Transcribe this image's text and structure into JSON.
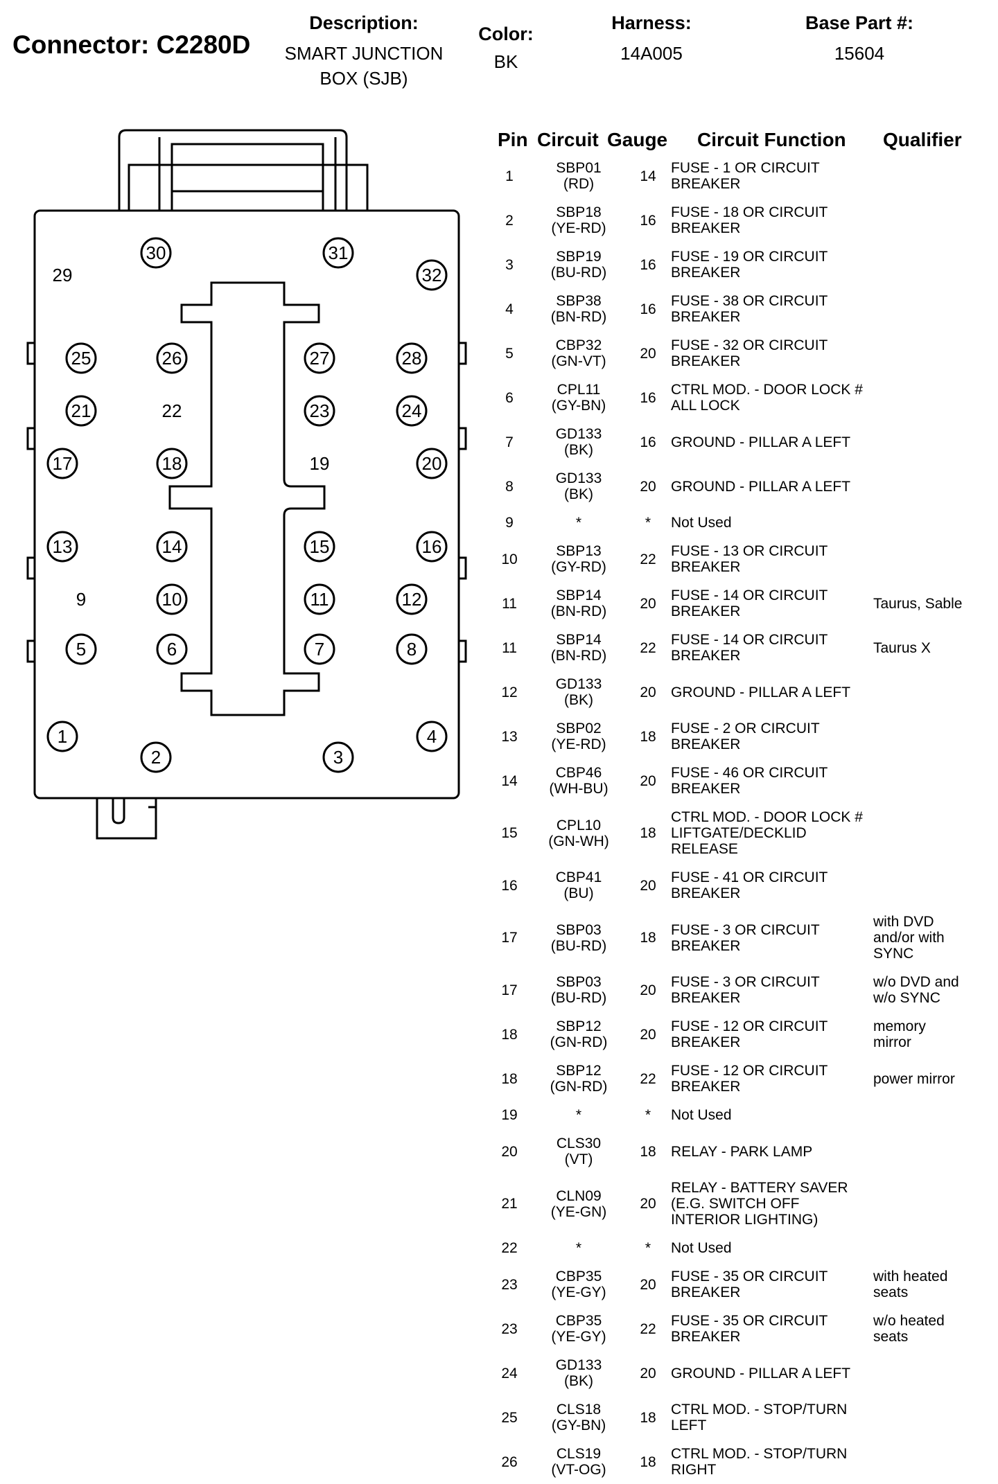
{
  "header": {
    "title": "Connector: C2280D",
    "description_label": "Description:",
    "description_value_line1": "SMART JUNCTION",
    "description_value_line2": "BOX (SJB)",
    "color_label": "Color:",
    "color_value": "BK",
    "harness_label": "Harness:",
    "harness_value": "14A005",
    "base_part_label": "Base Part #:",
    "base_part_value": "15604"
  },
  "connector": {
    "pins": [
      {
        "n": "1",
        "circled": true
      },
      {
        "n": "2",
        "circled": true
      },
      {
        "n": "3",
        "circled": true
      },
      {
        "n": "4",
        "circled": true
      },
      {
        "n": "5",
        "circled": true
      },
      {
        "n": "6",
        "circled": true
      },
      {
        "n": "7",
        "circled": true
      },
      {
        "n": "8",
        "circled": true
      },
      {
        "n": "9",
        "circled": false
      },
      {
        "n": "10",
        "circled": true
      },
      {
        "n": "11",
        "circled": true
      },
      {
        "n": "12",
        "circled": true
      },
      {
        "n": "13",
        "circled": true
      },
      {
        "n": "14",
        "circled": true
      },
      {
        "n": "15",
        "circled": true
      },
      {
        "n": "16",
        "circled": true
      },
      {
        "n": "17",
        "circled": true
      },
      {
        "n": "18",
        "circled": true
      },
      {
        "n": "19",
        "circled": false
      },
      {
        "n": "20",
        "circled": true
      },
      {
        "n": "21",
        "circled": true
      },
      {
        "n": "22",
        "circled": false
      },
      {
        "n": "23",
        "circled": true
      },
      {
        "n": "24",
        "circled": true
      },
      {
        "n": "25",
        "circled": true
      },
      {
        "n": "26",
        "circled": true
      },
      {
        "n": "27",
        "circled": true
      },
      {
        "n": "28",
        "circled": true
      },
      {
        "n": "29",
        "circled": false
      },
      {
        "n": "30",
        "circled": true
      },
      {
        "n": "31",
        "circled": true
      },
      {
        "n": "32",
        "circled": true
      }
    ]
  },
  "table": {
    "headers": {
      "pin": "Pin",
      "circuit": "Circuit",
      "gauge": "Gauge",
      "function": "Circuit Function",
      "qualifier": "Qualifier"
    },
    "rows": [
      {
        "pin": "1",
        "circuit": [
          "SBP01",
          "(RD)"
        ],
        "gauge": "14",
        "function": [
          "FUSE - 1 OR CIRCUIT",
          "BREAKER"
        ],
        "qualifier": []
      },
      {
        "pin": "2",
        "circuit": [
          "SBP18",
          "(YE-RD)"
        ],
        "gauge": "16",
        "function": [
          "FUSE - 18 OR CIRCUIT",
          "BREAKER"
        ],
        "qualifier": []
      },
      {
        "pin": "3",
        "circuit": [
          "SBP19",
          "(BU-RD)"
        ],
        "gauge": "16",
        "function": [
          "FUSE - 19 OR CIRCUIT",
          "BREAKER"
        ],
        "qualifier": []
      },
      {
        "pin": "4",
        "circuit": [
          "SBP38",
          "(BN-RD)"
        ],
        "gauge": "16",
        "function": [
          "FUSE - 38 OR CIRCUIT",
          "BREAKER"
        ],
        "qualifier": []
      },
      {
        "pin": "5",
        "circuit": [
          "CBP32",
          "(GN-VT)"
        ],
        "gauge": "20",
        "function": [
          "FUSE - 32 OR CIRCUIT",
          "BREAKER"
        ],
        "qualifier": []
      },
      {
        "pin": "6",
        "circuit": [
          "CPL11",
          "(GY-BN)"
        ],
        "gauge": "16",
        "function": [
          "CTRL MOD. - DOOR LOCK #",
          "ALL LOCK"
        ],
        "qualifier": []
      },
      {
        "pin": "7",
        "circuit": [
          "GD133",
          "(BK)"
        ],
        "gauge": "16",
        "function": [
          "GROUND - PILLAR A LEFT"
        ],
        "qualifier": []
      },
      {
        "pin": "8",
        "circuit": [
          "GD133",
          "(BK)"
        ],
        "gauge": "20",
        "function": [
          "GROUND - PILLAR A LEFT"
        ],
        "qualifier": []
      },
      {
        "pin": "9",
        "circuit": [
          "*"
        ],
        "gauge": "*",
        "function": [
          "Not Used"
        ],
        "qualifier": []
      },
      {
        "pin": "10",
        "circuit": [
          "SBP13",
          "(GY-RD)"
        ],
        "gauge": "22",
        "function": [
          "FUSE - 13 OR CIRCUIT",
          "BREAKER"
        ],
        "qualifier": []
      },
      {
        "pin": "11",
        "circuit": [
          "SBP14",
          "(BN-RD)"
        ],
        "gauge": "20",
        "function": [
          "FUSE - 14 OR CIRCUIT",
          "BREAKER"
        ],
        "qualifier": [
          "Taurus, Sable"
        ]
      },
      {
        "pin": "11",
        "circuit": [
          "SBP14",
          "(BN-RD)"
        ],
        "gauge": "22",
        "function": [
          "FUSE - 14 OR CIRCUIT",
          "BREAKER"
        ],
        "qualifier": [
          "Taurus X"
        ]
      },
      {
        "pin": "12",
        "circuit": [
          "GD133",
          "(BK)"
        ],
        "gauge": "20",
        "function": [
          "GROUND - PILLAR A LEFT"
        ],
        "qualifier": []
      },
      {
        "pin": "13",
        "circuit": [
          "SBP02",
          "(YE-RD)"
        ],
        "gauge": "18",
        "function": [
          "FUSE - 2 OR CIRCUIT",
          "BREAKER"
        ],
        "qualifier": []
      },
      {
        "pin": "14",
        "circuit": [
          "CBP46",
          "(WH-BU)"
        ],
        "gauge": "20",
        "function": [
          "FUSE - 46 OR CIRCUIT",
          "BREAKER"
        ],
        "qualifier": []
      },
      {
        "pin": "15",
        "circuit": [
          "CPL10",
          "(GN-WH)"
        ],
        "gauge": "18",
        "function": [
          "CTRL MOD. - DOOR LOCK #",
          "LIFTGATE/DECKLID",
          "RELEASE"
        ],
        "qualifier": []
      },
      {
        "pin": "16",
        "circuit": [
          "CBP41",
          "(BU)"
        ],
        "gauge": "20",
        "function": [
          "FUSE - 41 OR CIRCUIT",
          "BREAKER"
        ],
        "qualifier": []
      },
      {
        "pin": "17",
        "circuit": [
          "SBP03",
          "(BU-RD)"
        ],
        "gauge": "18",
        "function": [
          "FUSE - 3 OR CIRCUIT",
          "BREAKER"
        ],
        "qualifier": [
          "with DVD",
          "and/or with",
          "SYNC"
        ]
      },
      {
        "pin": "17",
        "circuit": [
          "SBP03",
          "(BU-RD)"
        ],
        "gauge": "20",
        "function": [
          "FUSE - 3 OR CIRCUIT",
          "BREAKER"
        ],
        "qualifier": [
          "w/o DVD and",
          "w/o SYNC"
        ]
      },
      {
        "pin": "18",
        "circuit": [
          "SBP12",
          "(GN-RD)"
        ],
        "gauge": "20",
        "function": [
          "FUSE - 12 OR CIRCUIT",
          "BREAKER"
        ],
        "qualifier": [
          "memory",
          "mirror"
        ]
      },
      {
        "pin": "18",
        "circuit": [
          "SBP12",
          "(GN-RD)"
        ],
        "gauge": "22",
        "function": [
          "FUSE - 12 OR CIRCUIT",
          "BREAKER"
        ],
        "qualifier": [
          "power mirror"
        ]
      },
      {
        "pin": "19",
        "circuit": [
          "*"
        ],
        "gauge": "*",
        "function": [
          "Not Used"
        ],
        "qualifier": []
      },
      {
        "pin": "20",
        "circuit": [
          "CLS30",
          "(VT)"
        ],
        "gauge": "18",
        "function": [
          "RELAY - PARK LAMP"
        ],
        "qualifier": []
      },
      {
        "pin": "21",
        "circuit": [
          "CLN09",
          "(YE-GN)"
        ],
        "gauge": "20",
        "function": [
          "RELAY - BATTERY SAVER",
          "(E.G. SWITCH OFF",
          "INTERIOR LIGHTING)"
        ],
        "qualifier": []
      },
      {
        "pin": "22",
        "circuit": [
          "*"
        ],
        "gauge": "*",
        "function": [
          "Not Used"
        ],
        "qualifier": []
      },
      {
        "pin": "23",
        "circuit": [
          "CBP35",
          "(YE-GY)"
        ],
        "gauge": "20",
        "function": [
          "FUSE - 35 OR CIRCUIT",
          "BREAKER"
        ],
        "qualifier": [
          "with heated",
          "seats"
        ]
      },
      {
        "pin": "23",
        "circuit": [
          "CBP35",
          "(YE-GY)"
        ],
        "gauge": "22",
        "function": [
          "FUSE - 35 OR CIRCUIT",
          "BREAKER"
        ],
        "qualifier": [
          "w/o heated",
          "seats"
        ]
      },
      {
        "pin": "24",
        "circuit": [
          "GD133",
          "(BK)"
        ],
        "gauge": "20",
        "function": [
          "GROUND - PILLAR A LEFT"
        ],
        "qualifier": []
      },
      {
        "pin": "25",
        "circuit": [
          "CLS18",
          "(GY-BN)"
        ],
        "gauge": "18",
        "function": [
          "CTRL MOD. - STOP/TURN",
          "LEFT"
        ],
        "qualifier": []
      },
      {
        "pin": "26",
        "circuit": [
          "CLS19",
          "(VT-OG)"
        ],
        "gauge": "18",
        "function": [
          "CTRL MOD. - STOP/TURN",
          "RIGHT"
        ],
        "qualifier": []
      }
    ]
  }
}
